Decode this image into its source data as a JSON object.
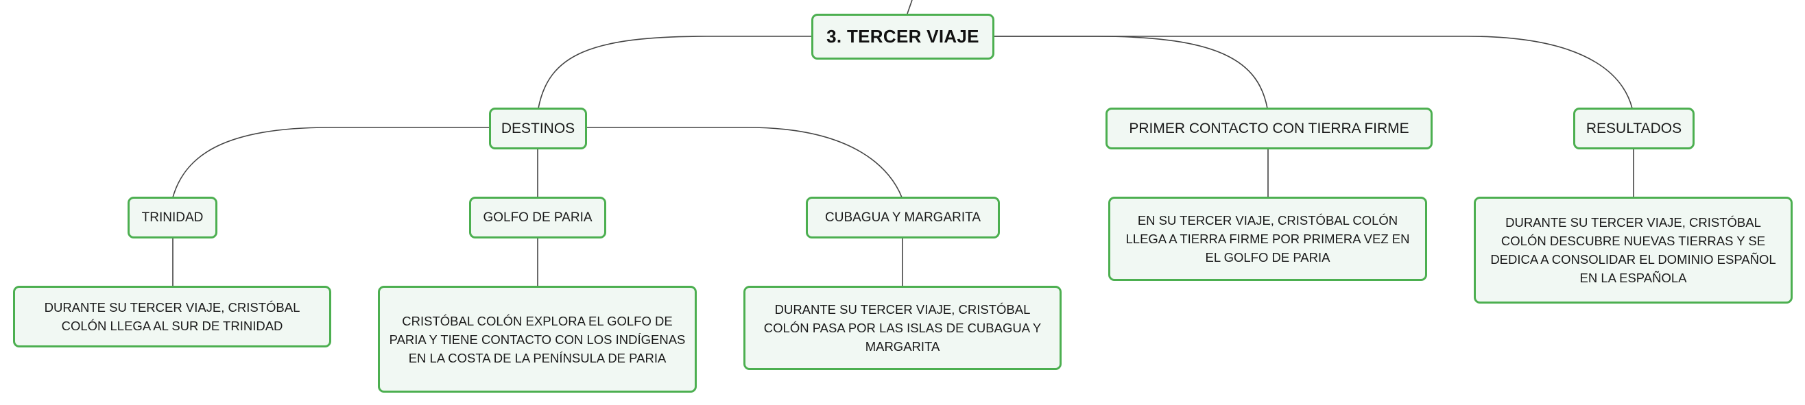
{
  "colors": {
    "node_border": "#4caf50",
    "node_fill": "#f1f8f3",
    "connector": "#444444"
  },
  "root": {
    "label": "3. TERCER VIAJE"
  },
  "branches": {
    "destinos": {
      "label": "DESTINOS",
      "trinidad": {
        "label": "TRINIDAD",
        "desc": "DURANTE SU TERCER VIAJE, CRISTÓBAL COLÓN LLEGA AL SUR DE TRINIDAD"
      },
      "paria": {
        "label": "GOLFO DE PARIA",
        "desc": "CRISTÓBAL COLÓN EXPLORA EL GOLFO DE PARIA Y TIENE CONTACTO CON LOS INDÍGENAS EN LA COSTA DE LA PENÍNSULA DE PARIA"
      },
      "cubagua": {
        "label": "CUBAGUA Y MARGARITA",
        "desc": "DURANTE SU TERCER VIAJE, CRISTÓBAL COLÓN PASA POR LAS ISLAS DE CUBAGUA Y MARGARITA"
      }
    },
    "contacto": {
      "label": "PRIMER CONTACTO CON TIERRA FIRME",
      "desc": "EN SU TERCER VIAJE, CRISTÓBAL COLÓN LLEGA A TIERRA FIRME POR PRIMERA VEZ EN EL GOLFO DE PARIA"
    },
    "resultados": {
      "label": "RESULTADOS",
      "desc": "DURANTE SU TERCER VIAJE, CRISTÓBAL COLÓN DESCUBRE NUEVAS TIERRAS Y SE DEDICA A CONSOLIDAR EL DOMINIO ESPAÑOL EN LA ESPAÑOLA"
    }
  }
}
